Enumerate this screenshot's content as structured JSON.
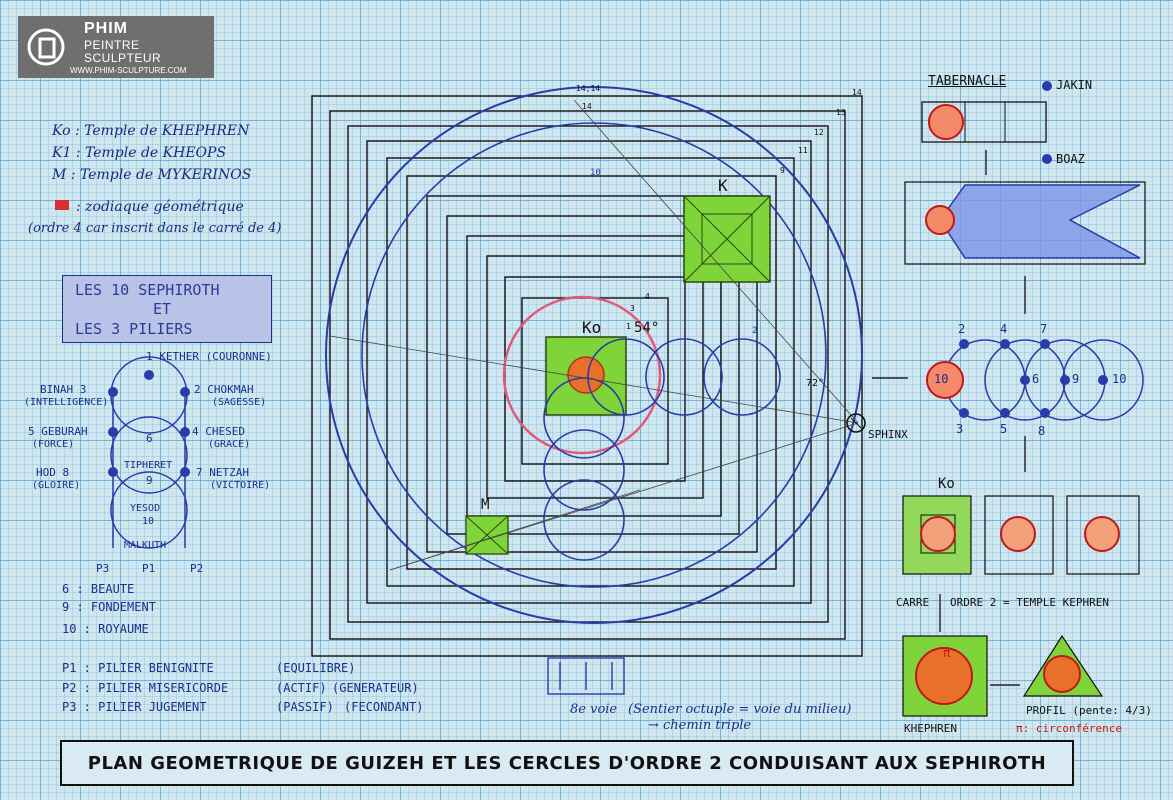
{
  "logo": {
    "name": "PHIM",
    "line1": "PEINTRE",
    "line2": "SCULPTEUR",
    "url": "WWW.PHIM-SCULPTURE.COM"
  },
  "legend": {
    "k0": "Ko  : Temple de KHEPHREN",
    "k1": "K1  : Temple de KHEOPS",
    "m": "M   : Temple de MYKERINOS",
    "zodiac": ": zodiaque géométrique",
    "zodiac_note": "(ordre 4 car inscrit dans le carré de 4)"
  },
  "sephiroth_box": {
    "line1": "LES 10 SEPHIROTH",
    "line2": "ET",
    "line3": "LES 3 PILIERS"
  },
  "tree": {
    "n1": "1 KETHER (COURONNE)",
    "n3": "BINAH 3",
    "n3s": "(INTELLIGENCE)",
    "n2": "2 CHOKMAH",
    "n2s": "(SAGESSE)",
    "n5": "5 GEBURAH",
    "n5s": "(FORCE)",
    "n4": "4 CHESED",
    "n4s": "(GRACE)",
    "n8": "HOD 8",
    "n8s": "(GLOIRE)",
    "n7": "7 NETZAH",
    "n7s": "(VICTOIRE)",
    "n6": "6",
    "tipheret": "TIPHERET",
    "n9": "9",
    "yesod": "YESOD",
    "n10": "10",
    "malkuth": "MALKUTH",
    "p3": "P3",
    "p1": "P1",
    "p2": "P2"
  },
  "defs": {
    "d6": "6 : BEAUTE",
    "d9": "9 : FONDEMENT",
    "d10": "10 : ROYAUME"
  },
  "pillars": {
    "p1": "P1 : PILIER BENIGNITE",
    "p1a": "(EQUILIBRE)",
    "p2": "P2 : PILIER MISERICORDE",
    "p2a": "(ACTIF)",
    "p2b": "(GENERATEUR)",
    "p3": "P3 : PILIER JUGEMENT",
    "p3a": "(PASSIF)",
    "p3b": "(FECONDANT)"
  },
  "plan": {
    "k_label": "K",
    "ko_label": "Ko",
    "m_label": "M",
    "angle54": "54°",
    "angle72": "72°",
    "sphinx": "SPHINX",
    "n14top": "14,14",
    "n14b": "14",
    "n13": "13",
    "n12": "12",
    "n11": "11",
    "n10": "10",
    "n9": "9",
    "n14r": "14",
    "n4": "4",
    "n2": "2",
    "n3": "3",
    "n1": "1",
    "voie": "8e voie",
    "sentier": "(Sentier octuple = voie du milieu)",
    "chemin": "→ chemin triple"
  },
  "right": {
    "tabernacle": "TABERNACLE",
    "jakin": "JAKIN",
    "boaz": "BOAZ",
    "c2": "2",
    "c4": "4",
    "c7": "7",
    "c10a": "10",
    "c6": "6",
    "c9": "9",
    "c10b": "10",
    "c3": "3",
    "c5": "5",
    "c8": "8",
    "ko": "Ko",
    "carre": "CARRE",
    "ordre": "ORDRE 2 = TEMPLE KEPHREN",
    "khephren": "KHEPHREN",
    "profil": "PROFIL (pente: 4/3)",
    "pi_label": "π: circonférence",
    "pi": "π"
  },
  "banner": "PLAN GEOMETRIQUE DE GUIZEH ET LES CERCLES D'ORDRE 2 CONDUISANT AUX SEPHIROTH"
}
